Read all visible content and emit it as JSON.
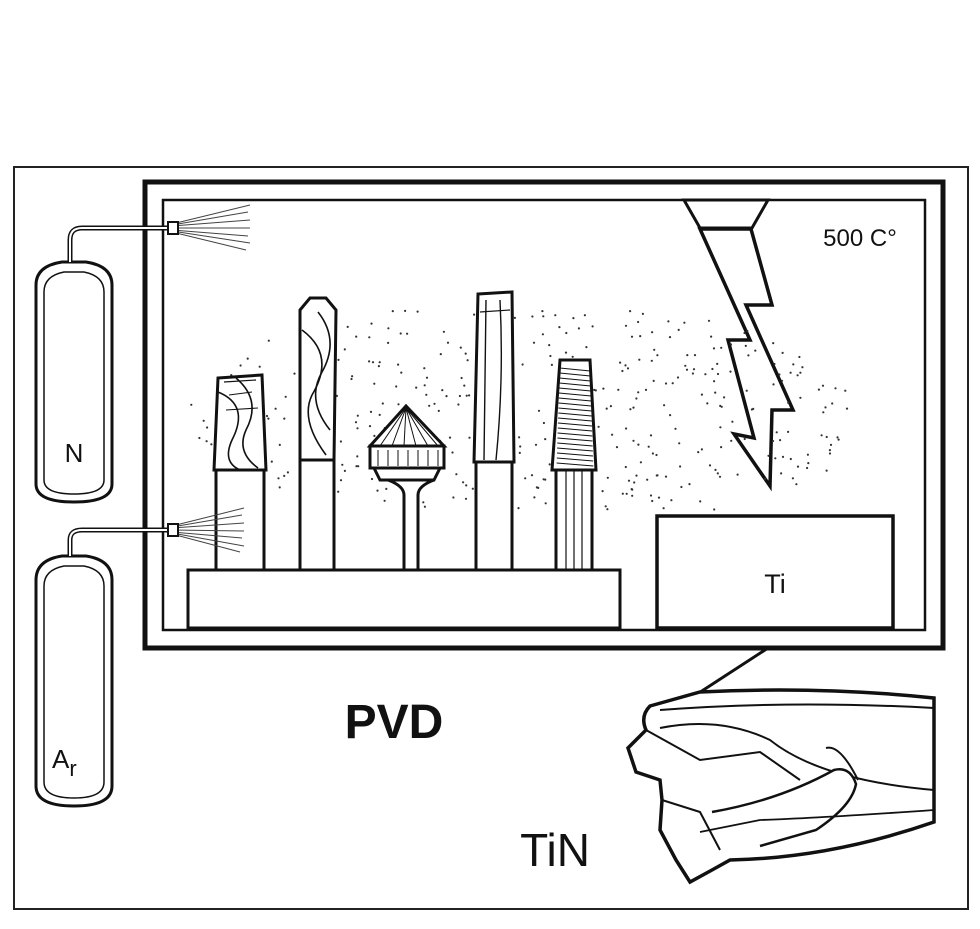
{
  "diagram": {
    "temperature_label": "500 C°",
    "gas_1_label": "N",
    "gas_2_label": "A",
    "gas_2_subscript": "r",
    "target_label": "Ti",
    "process_label": "PVD",
    "coating_label": "TiN"
  },
  "colors": {
    "ink": "#111111",
    "background": "#ffffff"
  }
}
